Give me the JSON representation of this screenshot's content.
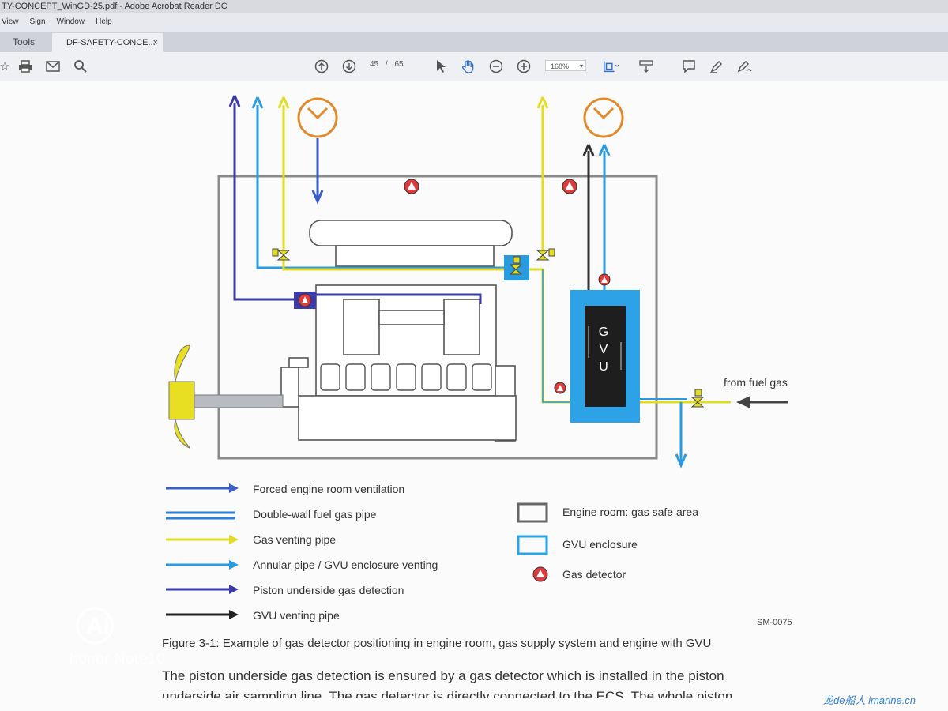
{
  "window": {
    "title": "TY-CONCEPT_WinGD-25.pdf - Adobe Acrobat Reader DC"
  },
  "menu": [
    "View",
    "Sign",
    "Window",
    "Help"
  ],
  "tabs": {
    "tools": "Tools",
    "document": "DF-SAFETY-CONCE...",
    "close": "×"
  },
  "toolbar": {
    "page_current": "45",
    "page_separator": "/",
    "page_total": "65",
    "zoom": "168%",
    "icons": [
      "star-icon",
      "print-icon",
      "mail-icon",
      "search-icon",
      "arrow-up-icon",
      "arrow-down-icon",
      "pointer-icon",
      "hand-icon",
      "zoom-out-icon",
      "zoom-in-icon",
      "fit-page-icon",
      "scroll-mode-icon",
      "comment-icon",
      "highlight-icon",
      "sign-icon"
    ]
  },
  "diagram": {
    "gvu_letters": [
      "G",
      "V",
      "U"
    ],
    "from_fuel_gas": "from fuel gas",
    "code": "SM-0075"
  },
  "legend": {
    "left": [
      {
        "label": "Forced engine room ventilation",
        "color": "#3b5fc8"
      },
      {
        "label": "Double-wall fuel gas pipe",
        "color": "#2f7fd8"
      },
      {
        "label": "Gas venting pipe",
        "color": "#e2dc22"
      },
      {
        "label": "Annular pipe / GVU enclosure venting",
        "color": "#2b9be0"
      },
      {
        "label": "Piston underside gas detection",
        "color": "#3b3aa8"
      },
      {
        "label": "GVU venting pipe",
        "color": "#222222"
      }
    ],
    "right": [
      {
        "label": "Engine room: gas safe area",
        "color": "#666666"
      },
      {
        "label": "GVU enclosure",
        "color": "#2ea2e6"
      },
      {
        "label": "Gas detector",
        "color": "#e23a3a"
      }
    ]
  },
  "caption": "Figure 3-1: Example of gas detector positioning in engine room, gas supply system and engine with GVU",
  "paragraph": "The piston underside gas detection is ensured by a gas detector which is installed in the piston",
  "paragraph_cutoff": "underside air sampling line. The gas detector is directly connected to the ECS. The whole piston",
  "watermark": {
    "brand": "honor Note10",
    "logo": "AI"
  },
  "corner_mark": "龙de船人 imarine.cn"
}
